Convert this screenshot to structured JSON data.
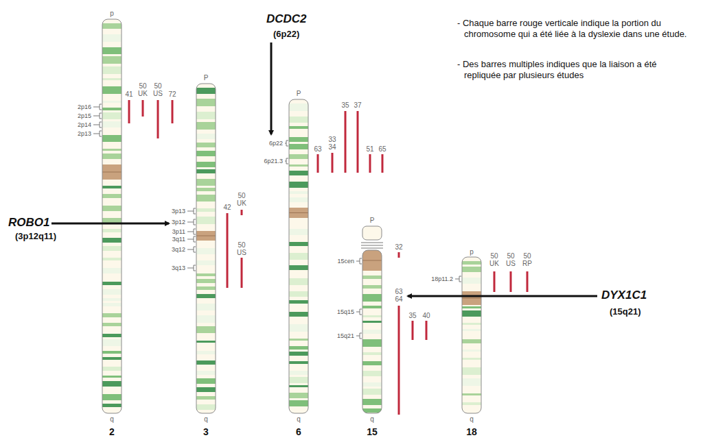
{
  "diagram": {
    "labels": [
      "p",
      "2p16",
      "2p15",
      "2p14",
      "2p13",
      "41",
      "50 UK",
      "50 US",
      "72",
      "q",
      "2",
      "P",
      "3p13",
      "3p12",
      "3p11",
      "3q11",
      "3q12",
      "3q13",
      "42",
      "50 UK",
      "50 US",
      "q",
      "3",
      "P",
      "6p22",
      "6p21.3",
      "63",
      "33 34",
      "35",
      "37",
      "51",
      "65",
      "q",
      "6",
      "P",
      "15cen",
      "15q15",
      "15q21",
      "32",
      "63 64",
      "35",
      "40",
      "q",
      "15",
      "p",
      "18p11.2",
      "50 UK",
      "50 US",
      "50 RP",
      "q",
      "18",
      "ROBO1",
      "(3p12q11)",
      "DCDC2",
      "(6p22)",
      "DYX1C1",
      "(15q21)",
      "- Chaque barre rouge verticale indique la portion du chromosome qui a été liée à la dyslexie dans une étude.",
      "- Des barres multiples indiques que la liaison a été repliquée par plusieurs études"
    ]
  }
}
